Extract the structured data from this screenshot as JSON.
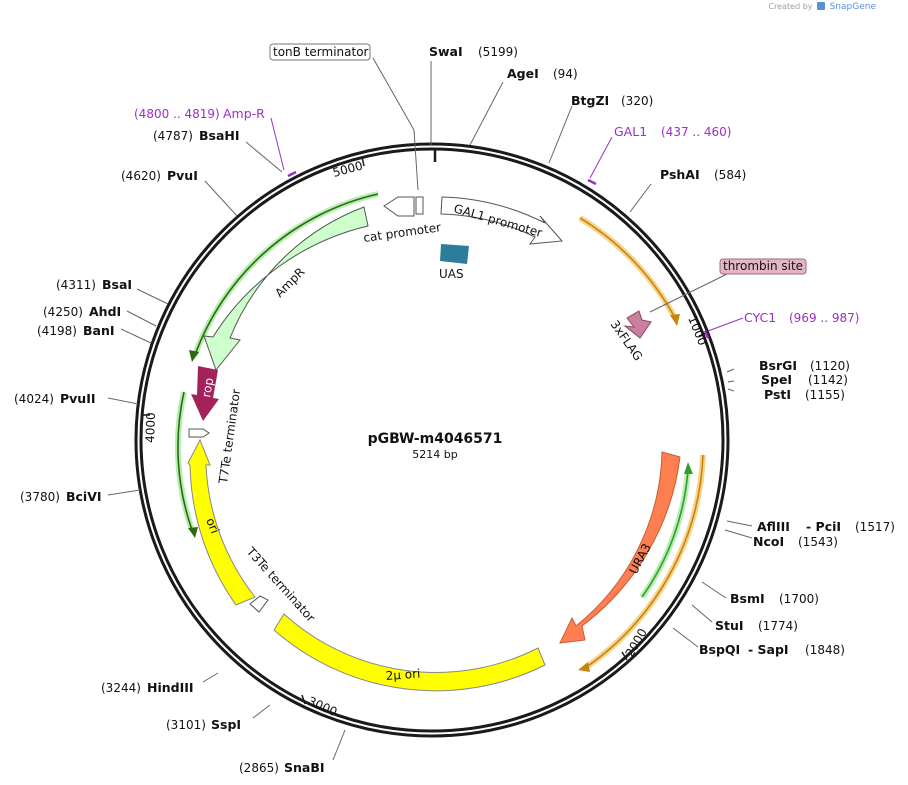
{
  "credit": {
    "created_by": "Created by",
    "brand": "SnapGene"
  },
  "plasmid": {
    "name": "pGBW-m4046571",
    "length_label": "5214 bp",
    "length": 5214
  },
  "colors": {
    "backbone": "#1a1a1a",
    "primer": "#9b30c4",
    "primer_label": "#9b30c4",
    "promoter": "#ffffff",
    "uas": "#2b7d99",
    "terminator": "#ffffff",
    "flag": "#c97f9d",
    "thrombin_box": "#e3b6c7",
    "ampr": "#ccffcc",
    "rop": "#a3225c",
    "ori": "#ffff00",
    "ura3": "#ff7f50",
    "orf_green": "#2ea02e",
    "orf_orange": "#d98c1a"
  },
  "ticks": [
    {
      "bp": 1000,
      "label": "1000"
    },
    {
      "bp": 2000,
      "label": "2000"
    },
    {
      "bp": 3000,
      "label": "3000"
    },
    {
      "bp": 4000,
      "label": "4000"
    },
    {
      "bp": 5000,
      "label": "5000"
    }
  ],
  "sites": [
    {
      "name": "SwaI",
      "pos": "(5199)"
    },
    {
      "name": "AgeI",
      "pos": "(94)"
    },
    {
      "name": "BtgZI",
      "pos": "(320)"
    },
    {
      "name": "PshAI",
      "pos": "(584)"
    },
    {
      "name": "BsrGI",
      "pos": "(1120)"
    },
    {
      "name": "SpeI",
      "pos": "(1142)"
    },
    {
      "name": "PstI",
      "pos": "(1155)"
    },
    {
      "name": "AflIII",
      "sep": "- PciI",
      "pos": "(1517)"
    },
    {
      "name": "NcoI",
      "pos": "(1543)"
    },
    {
      "name": "BsmI",
      "pos": "(1700)"
    },
    {
      "name": "StuI",
      "pos": "(1774)"
    },
    {
      "name": "BspQI",
      "sep": "- SapI",
      "pos": "(1848)"
    },
    {
      "name": "SnaBI",
      "pos": "(2865)"
    },
    {
      "name": "SspI",
      "pos": "(3101)"
    },
    {
      "name": "HindIII",
      "pos": "(3244)"
    },
    {
      "name": "BciVI",
      "pos": "(3780)"
    },
    {
      "name": "PvuII",
      "pos": "(4024)"
    },
    {
      "name": "BanI",
      "pos": "(4198)"
    },
    {
      "name": "AhdI",
      "pos": "(4250)"
    },
    {
      "name": "BsaI",
      "pos": "(4311)"
    },
    {
      "name": "PvuI",
      "pos": "(4620)"
    },
    {
      "name": "BsaHI",
      "pos": "(4787)"
    }
  ],
  "primers": [
    {
      "name": "Amp-R",
      "range": "(4800 .. 4819)"
    },
    {
      "name": "GAL1",
      "range": "(437 .. 460)"
    },
    {
      "name": "CYC1",
      "range": "(969 .. 987)"
    }
  ],
  "features": {
    "tonb": "tonB terminator",
    "gal1_promoter": "GAL1 promoter",
    "cat_promoter": "cat promoter",
    "uas": "UAS",
    "thrombin": "thrombin site",
    "flag": "3xFLAG",
    "ampr": "AmpR",
    "rop": "rop",
    "t7te": "T7Te terminator",
    "ori": "ori",
    "t3te": "T3Te terminator",
    "two_micron": "2μ ori",
    "ura3": "URA3"
  }
}
